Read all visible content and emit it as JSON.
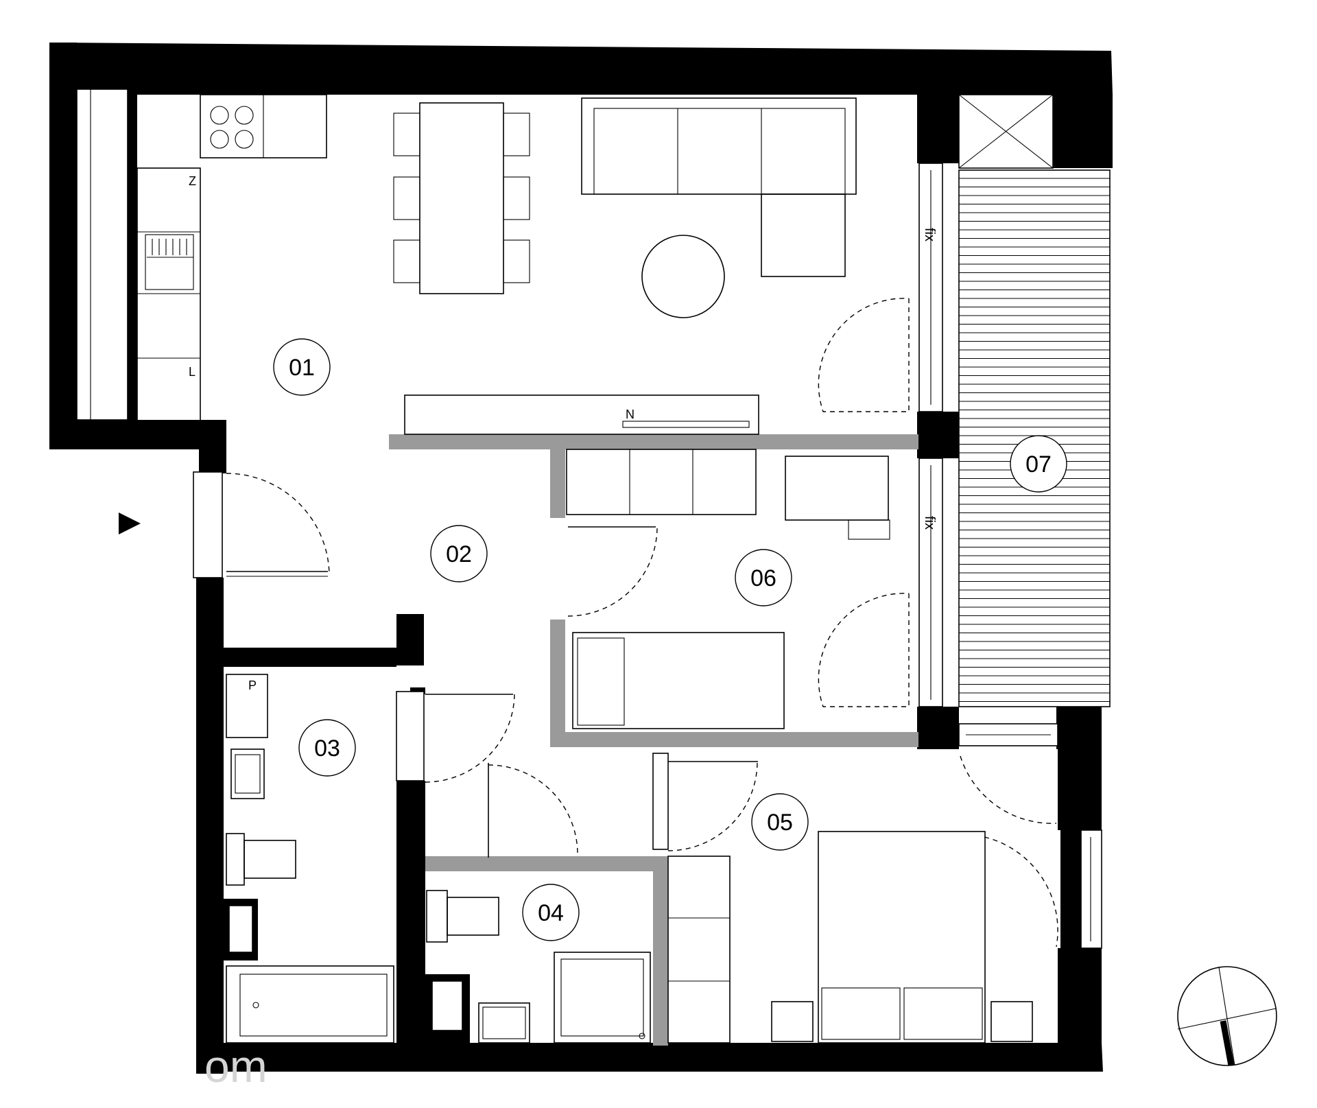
{
  "plan": {
    "rooms": [
      {
        "id": "01"
      },
      {
        "id": "02"
      },
      {
        "id": "03"
      },
      {
        "id": "04"
      },
      {
        "id": "05"
      },
      {
        "id": "06"
      },
      {
        "id": "07"
      }
    ],
    "window_labels": [
      "fix",
      "fix"
    ],
    "marks": {
      "fridge": "Z",
      "washer": "P",
      "cooktop": "L",
      "heater": "N"
    },
    "watermark": "om"
  }
}
